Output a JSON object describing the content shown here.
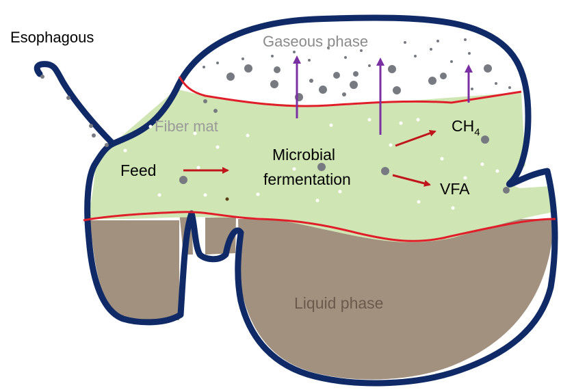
{
  "labels": {
    "esophagous": "Esophagous",
    "gaseous_phase": "Gaseous phase",
    "fiber_mat": "Fiber mat",
    "feed": "Feed",
    "microbial_line1": "Microbial",
    "microbial_line2": "fermentation",
    "ch4_base": "CH",
    "ch4_sub": "4",
    "vfa": "VFA",
    "liquid_phase": "Liquid phase"
  },
  "colors": {
    "outline": "#0f2a66",
    "fiber_mat": "#cfe6b4",
    "liquid": "#a39180",
    "boundary": "#e01e2a",
    "arrow_red": "#c0161b",
    "arrow_purple": "#7a2fa2",
    "particle": "#777a80",
    "muted_text": "#8a8a8a",
    "liquid_text": "#6b5a4b"
  }
}
